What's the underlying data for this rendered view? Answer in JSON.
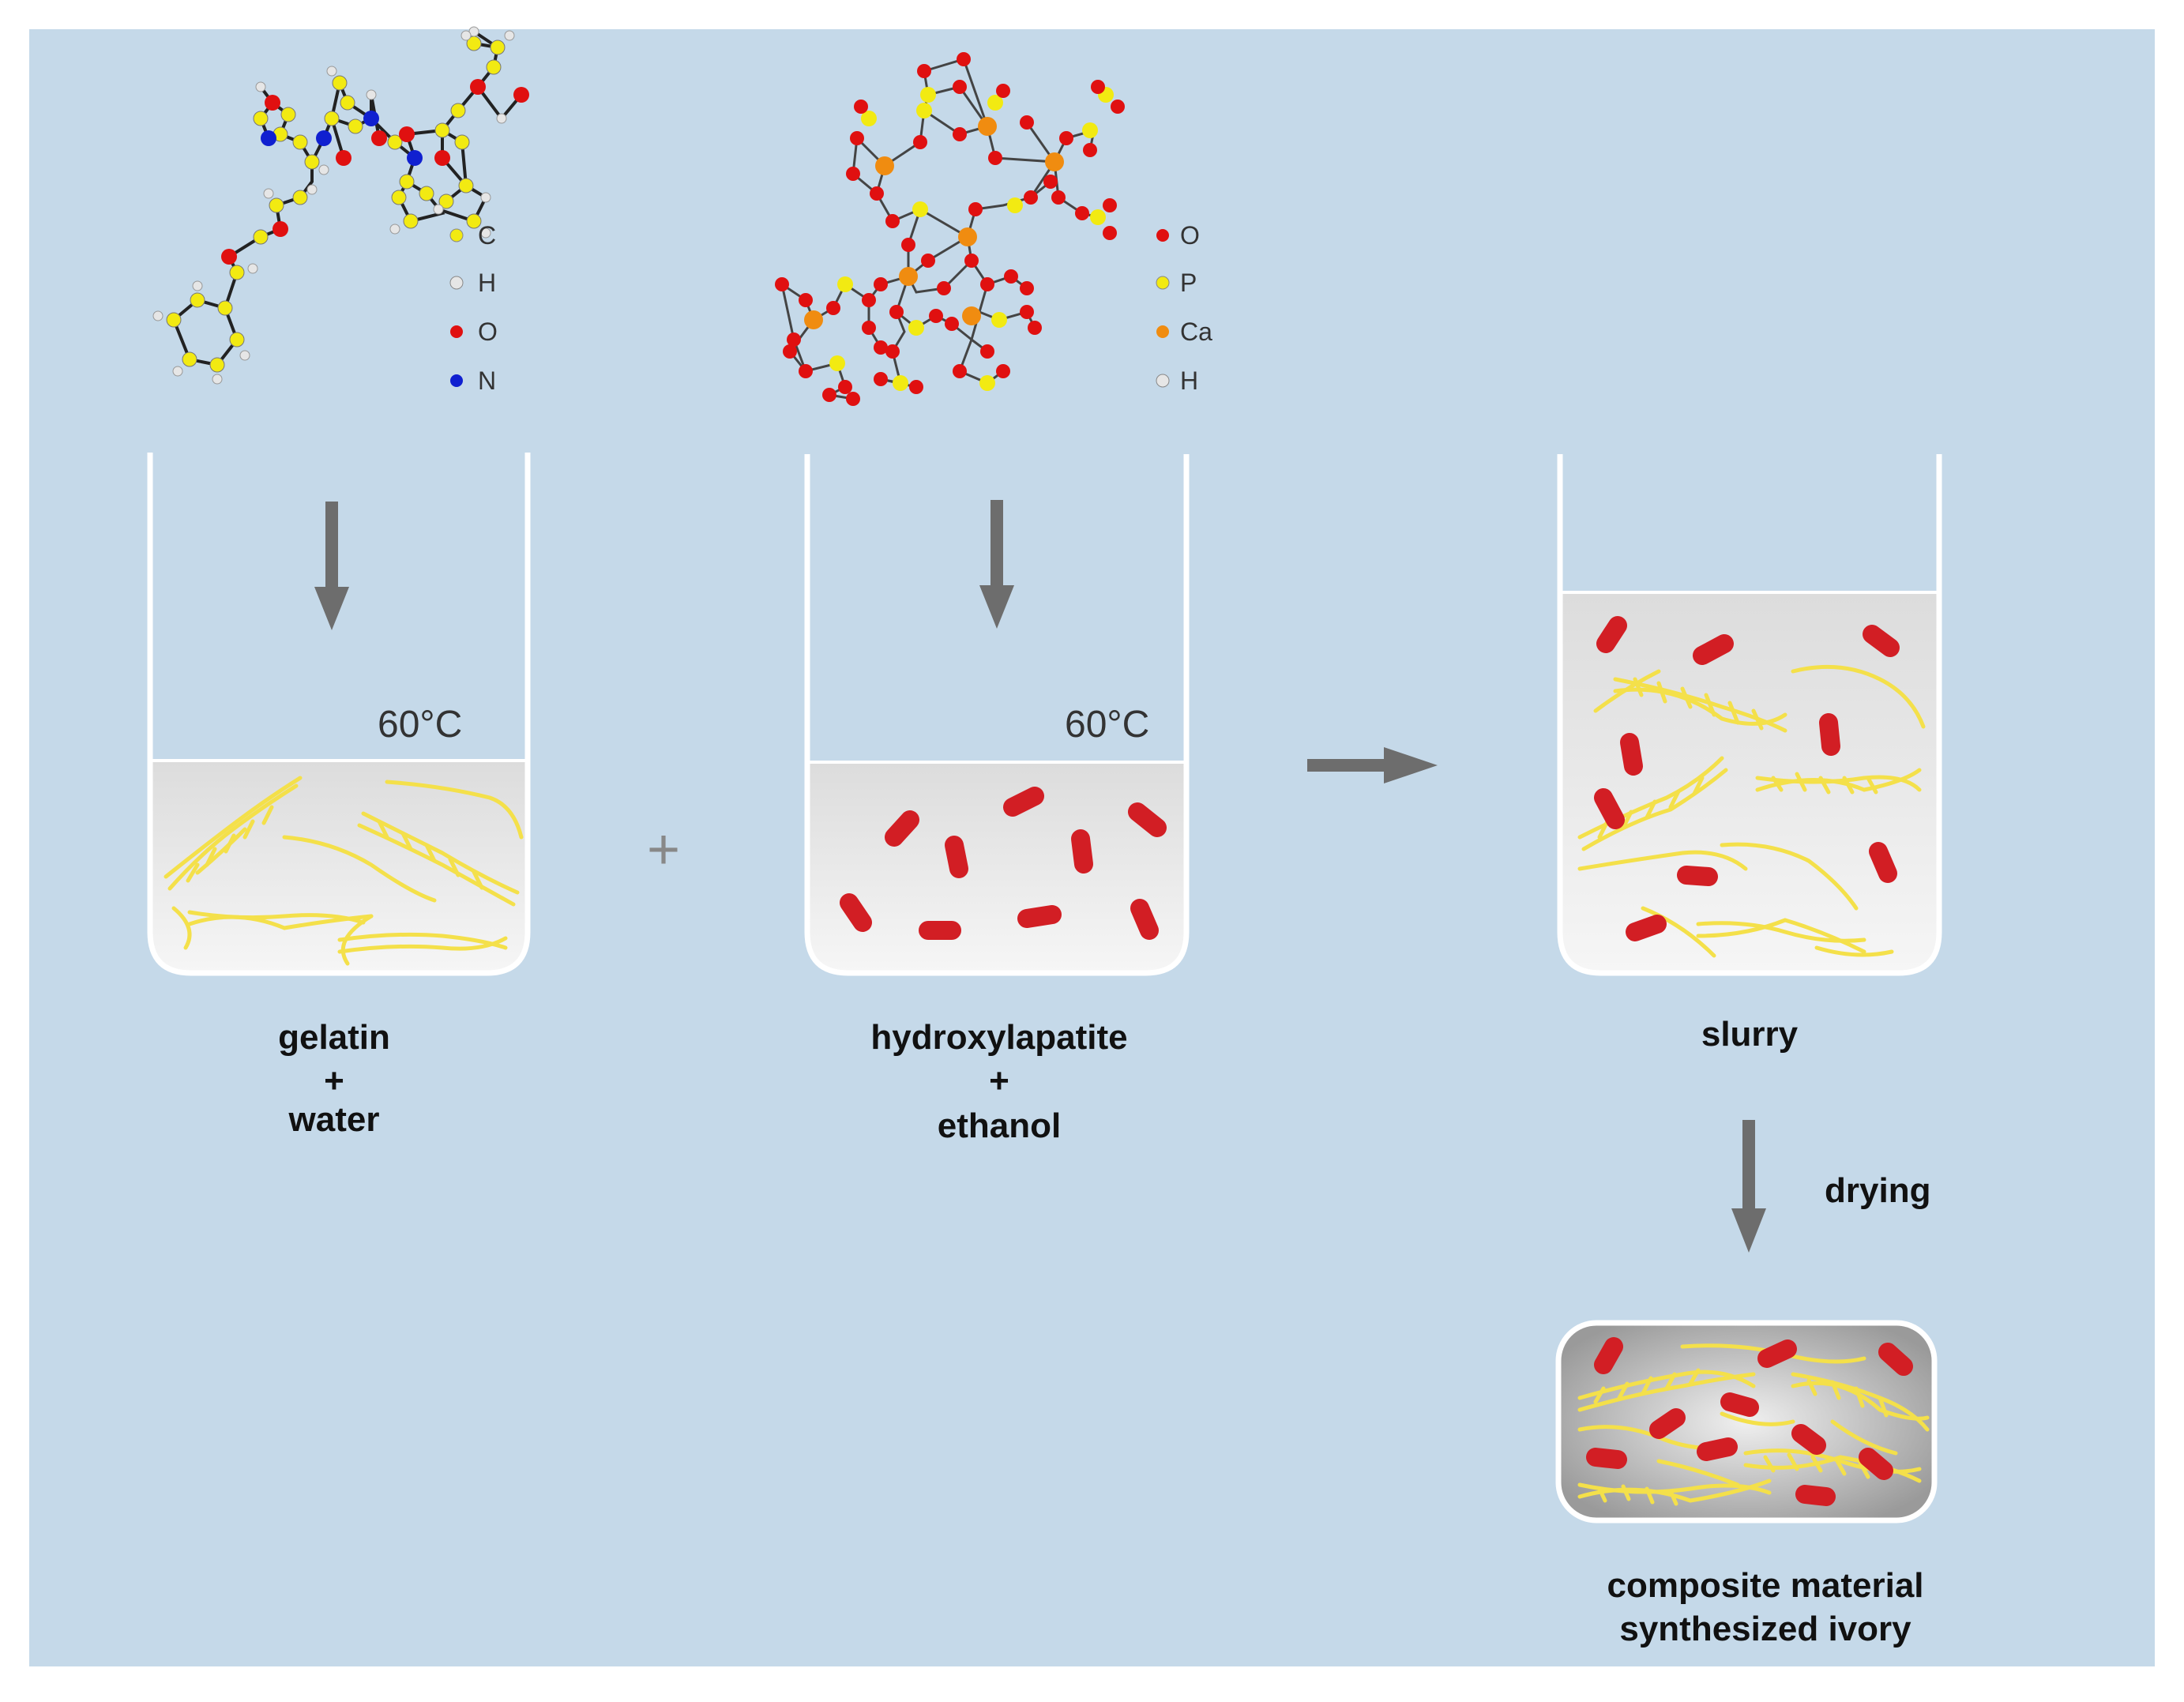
{
  "colors": {
    "background": "#c5d9e9",
    "carbon": "#f2ea12",
    "hydrogen": "#e6e6e6",
    "oxygen": "#e01010",
    "nitrogen": "#1020d0",
    "phosphorus": "#f2ea12",
    "calcium": "#f08c10",
    "arrow": "#6d6d6d",
    "hydroxylapatite_particle": "#d21e24",
    "gelatin_fiber": "#f4e04a"
  },
  "gelatin_legend": [
    {
      "label": "C",
      "color": "#f2ea12"
    },
    {
      "label": "H",
      "color": "#e6e6e6"
    },
    {
      "label": "O",
      "color": "#e01010"
    },
    {
      "label": "N",
      "color": "#1020d0"
    }
  ],
  "hap_legend": [
    {
      "label": "O",
      "color": "#e01010"
    },
    {
      "label": "P",
      "color": "#f2ea12"
    },
    {
      "label": "Ca",
      "color": "#f08c10"
    },
    {
      "label": "H",
      "color": "#e6e6e6"
    }
  ],
  "beaker1": {
    "temp": "60°C",
    "label1": "gelatin",
    "plus": "+",
    "label2": "water"
  },
  "operator_plus": "+",
  "beaker2": {
    "temp": "60°C",
    "label1": "hydroxylapatite",
    "plus": "+",
    "label2": "ethanol"
  },
  "beaker3": {
    "label": "slurry"
  },
  "drying_label": "drying",
  "result": {
    "line1": "composite material",
    "line2": "synthesized ivory"
  }
}
